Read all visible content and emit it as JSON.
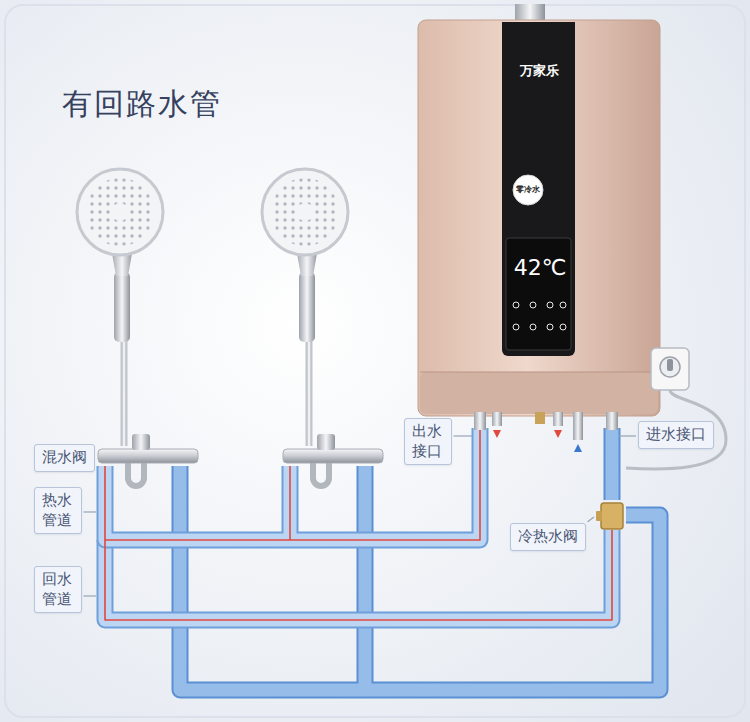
{
  "diagram": {
    "title": "有回路水管",
    "nodes": [
      {
        "text": [
          "出水 接口"
        ]
      },
      {
        "text": [
          "进水接口"
        ]
      },
      {
        "text": [
          "混水阀"
        ]
      },
      {
        "text": [
          "热水 管道"
        ]
      },
      {
        "text": [
          "冷热水阀"
        ]
      },
      {
        "text": [
          "回水 管道"
        ]
      }
    ],
    "labels": [
      "万家乐",
      "零冷水",
      "42℃"
    ]
  }
}
